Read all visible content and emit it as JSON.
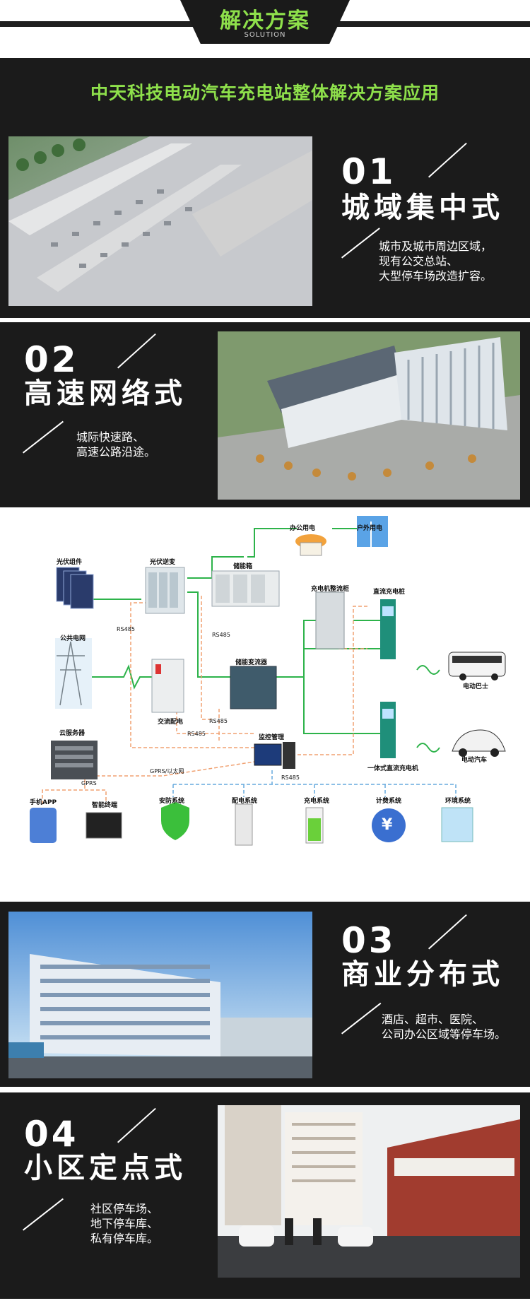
{
  "header": {
    "title": "解决方案",
    "subtitle": "SOLUTION"
  },
  "intro": {
    "heading": "中天科技电动汽车充电站整体解决方案应用"
  },
  "sections": [
    {
      "number": "01",
      "title": "城域集中式",
      "desc": "城市及城市周边区域，\n现有公交总站、\n大型停车场改造扩容。"
    },
    {
      "number": "02",
      "title": "高速网络式",
      "desc": "城际快速路、\n高速公路沿途。"
    },
    {
      "number": "03",
      "title": "商业分布式",
      "desc": "酒店、超市、医院、\n公司办公区域等停车场。"
    },
    {
      "number": "04",
      "title": "小区定点式",
      "desc": "社区停车场、\n地下停车库、\n私有停车库。"
    }
  ],
  "diagram": {
    "nodes": {
      "office": "办公用电",
      "outdoor": "户外用电",
      "pv_module": "光伏组件",
      "pv_inverter": "光伏逆变",
      "storage_box": "储能箱",
      "rectifier": "充电机整流柜",
      "dc_pile": "直流充电桩",
      "grid": "公共电网",
      "ac_dist": "交流配电",
      "pcs": "储能变流器",
      "bus": "电动巴士",
      "car": "电动汽车",
      "cloud": "云服务器",
      "monitor": "监控管理",
      "integrated": "一体式直流充电机",
      "app": "手机APP",
      "terminal": "智能终端",
      "security": "安防系统",
      "power_dist": "配电系统",
      "charging": "充电系统",
      "billing": "计费系统",
      "env": "环境系统",
      "billing_symbol": "¥"
    },
    "links": {
      "rs485_a": "RS485",
      "rs485_b": "RS485",
      "rs485_c": "RS485",
      "rs485_d": "RS485",
      "rs485_e": "RS485",
      "gprs_eth": "GPRS/以太网",
      "gprs": "GPRS"
    }
  },
  "colors": {
    "accent": "#8ee04b",
    "panel": "#1b1b1b",
    "power_line": "#2db34a",
    "data_line": "#f0a070",
    "bus_line": "#66aadd"
  }
}
